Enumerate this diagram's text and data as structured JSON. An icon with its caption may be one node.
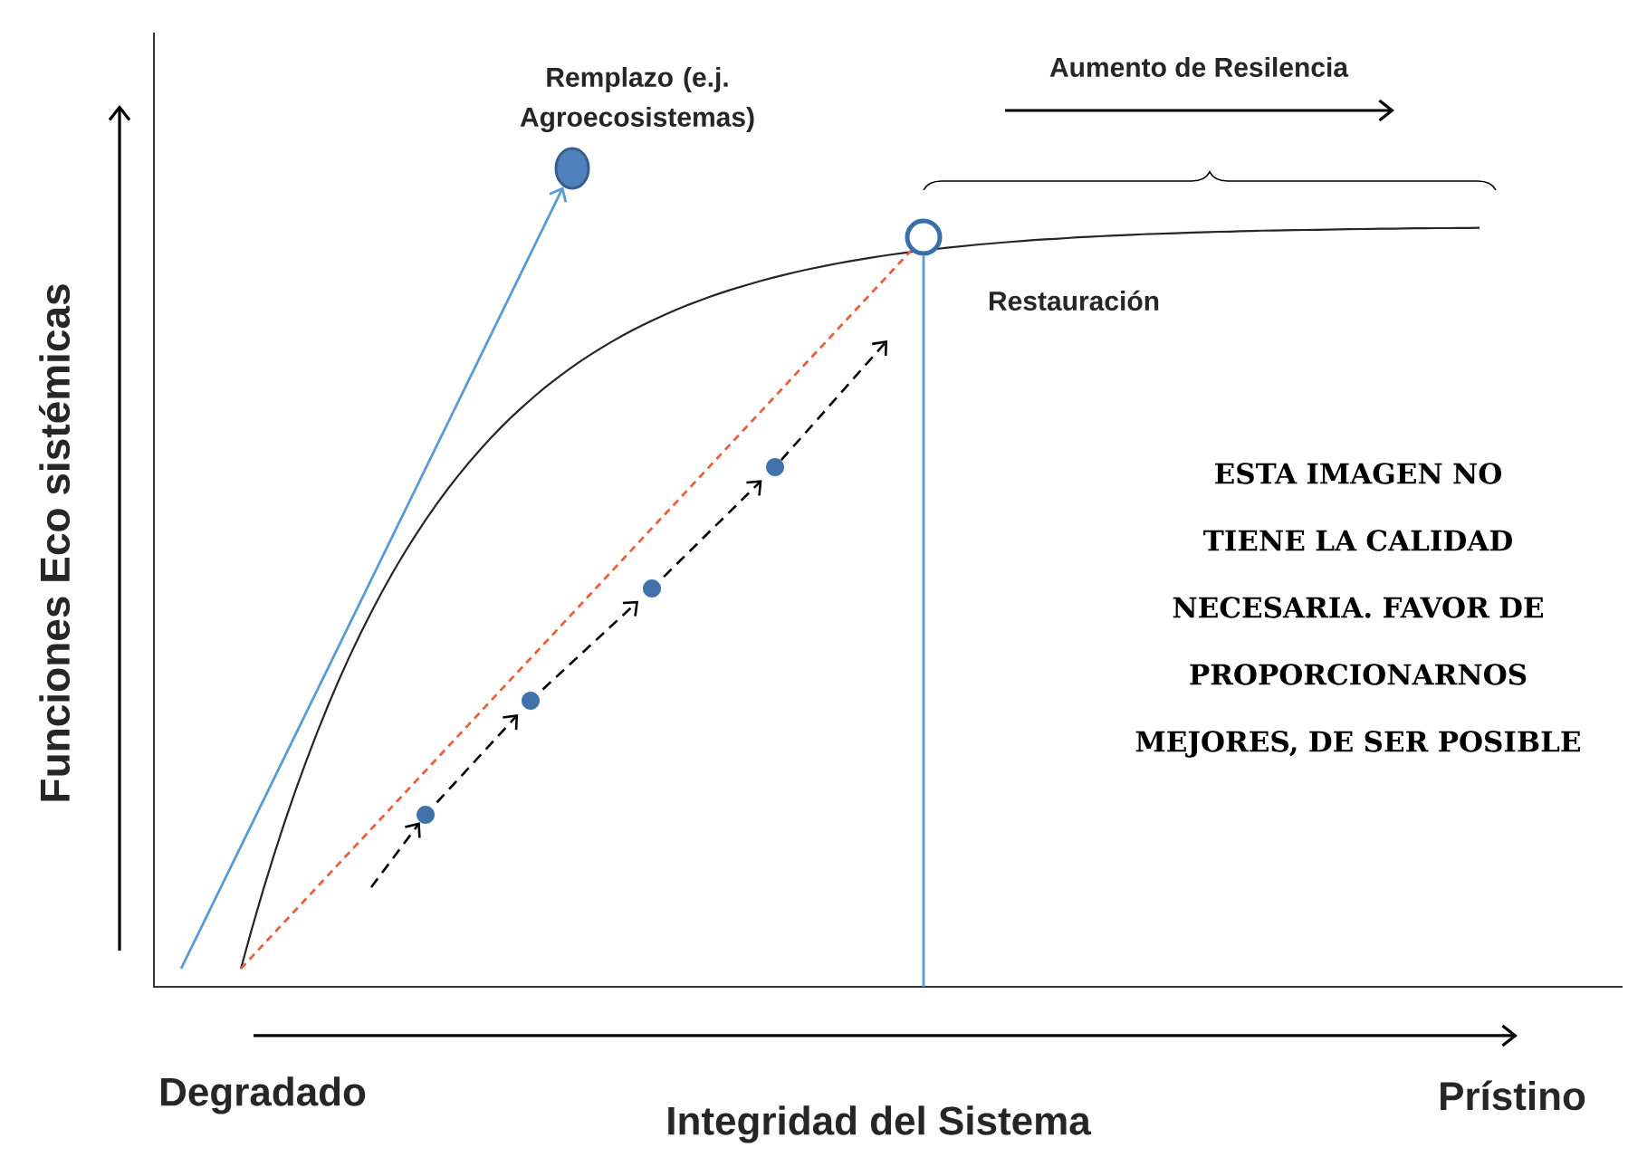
{
  "diagram": {
    "nodes": [
      {
        "text": [],
        "shape": "circle",
        "beside": [
          "Remplazo (e.j. Agroecosistemas)"
        ]
      },
      {
        "text": [],
        "shape": "circle",
        "beside": [
          "Restauración"
        ]
      },
      {
        "text": [],
        "shape": "circle"
      },
      {
        "text": [],
        "shape": "circle"
      },
      {
        "text": [],
        "shape": "circle"
      },
      {
        "text": [],
        "shape": "circle"
      }
    ],
    "edges": [
      {
        "from": null,
        "to": 0,
        "arrow": "to",
        "color": "#5b9bd5"
      },
      {
        "from": null,
        "to": 1,
        "arrow": "none",
        "style": "dashed",
        "color": "#e8603c"
      },
      {
        "from": 1,
        "to": null,
        "arrow": "none",
        "color": "#5b9bd5"
      },
      {
        "from": null,
        "to": 2,
        "arrow": "to",
        "style": "dashed"
      },
      {
        "from": 2,
        "to": 3,
        "arrow": "to",
        "style": "dashed"
      },
      {
        "from": 3,
        "to": 4,
        "arrow": "to",
        "style": "dashed"
      },
      {
        "from": 4,
        "to": 5,
        "arrow": "to",
        "style": "dashed"
      },
      {
        "from": 5,
        "to": null,
        "arrow": "to",
        "style": "dashed"
      }
    ],
    "labels": [
      "Aumento de Resilencia",
      "Funciones Eco sistémicas",
      "ESTA IMAGEN NO TIENE LA CALIDAD NECESARIA. FAVOR DE PROPORCIONARNOS MEJORES, DE SER POSIBLE",
      "Degradado",
      "Integridad del Sistema",
      "Prístino"
    ]
  }
}
